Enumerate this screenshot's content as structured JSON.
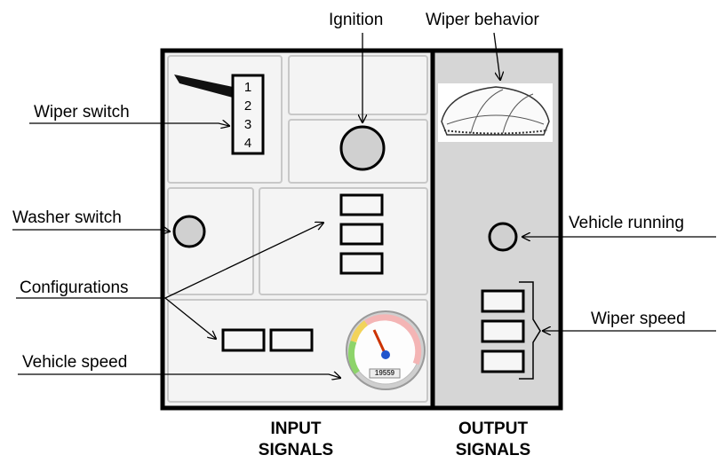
{
  "labels": {
    "ignition": "Ignition",
    "wiper_behavior": "Wiper behavior",
    "wiper_switch": "Wiper switch",
    "washer_switch": "Washer switch",
    "configurations": "Configurations",
    "vehicle_speed": "Vehicle speed",
    "vehicle_running": "Vehicle running",
    "wiper_speed": "Wiper  speed"
  },
  "wiper_switch_positions": [
    "1",
    "2",
    "3",
    "4"
  ],
  "gauge": {
    "readout": "19559"
  },
  "signals": {
    "input_line1": "INPUT",
    "input_line2": "SIGNALS",
    "output_line1": "OUTPUT",
    "output_line2": "SIGNALS"
  },
  "colors": {
    "input_panel": "#f1f1f1",
    "output_panel": "#d6d6d6",
    "indicator_fill": "#d0d0d0",
    "gauge_needle": "#cc3300",
    "gauge_hub": "#2255cc"
  }
}
